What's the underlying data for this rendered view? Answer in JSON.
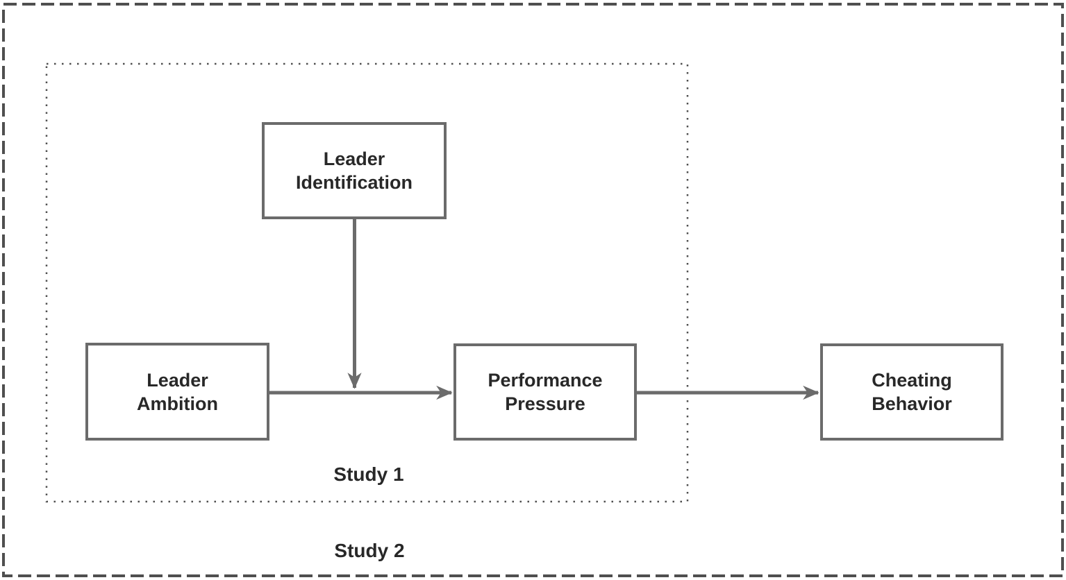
{
  "diagram": {
    "type": "path-model",
    "nodes": [
      {
        "id": "leader-identification",
        "line1": "Leader",
        "line2": "Identification",
        "role": "moderator"
      },
      {
        "id": "leader-ambition",
        "line1": "Leader",
        "line2": "Ambition",
        "role": "predictor"
      },
      {
        "id": "performance-pressure",
        "line1": "Performance",
        "line2": "Pressure",
        "role": "mediator"
      },
      {
        "id": "cheating-behavior",
        "line1": "Cheating",
        "line2": "Behavior",
        "role": "outcome"
      }
    ],
    "edges": [
      {
        "from": "leader-ambition",
        "to": "performance-pressure",
        "kind": "direct-arrow"
      },
      {
        "from": "leader-identification",
        "to": "leader-ambition->performance-pressure path",
        "kind": "moderation-arrow"
      },
      {
        "from": "performance-pressure",
        "to": "cheating-behavior",
        "kind": "direct-arrow"
      }
    ],
    "groups": [
      {
        "id": "study-1",
        "label": "Study 1",
        "border_style": "dotted",
        "contains": [
          "leader-identification",
          "leader-ambition",
          "performance-pressure"
        ]
      },
      {
        "id": "study-2",
        "label": "Study 2",
        "border_style": "dashed",
        "contains": [
          "leader-identification",
          "leader-ambition",
          "performance-pressure",
          "cheating-behavior"
        ]
      }
    ],
    "colors": {
      "box_border": "#6b6b6b",
      "arrow": "#6b6b6b",
      "group_border": "#4f4f4f",
      "text": "#282828",
      "background": "#ffffff"
    }
  }
}
